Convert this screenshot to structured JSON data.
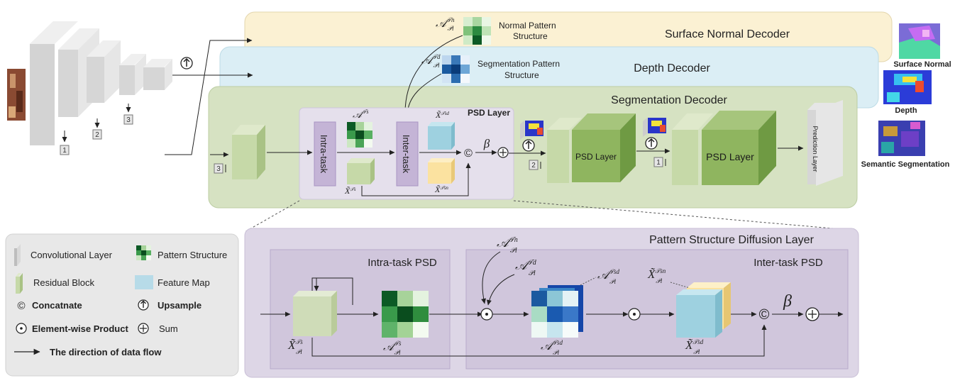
{
  "decoders": {
    "surface_normal": "Surface Normal Decoder",
    "depth": "Depth Decoder",
    "segmentation": "Segmentation Decoder"
  },
  "pattern_labels": {
    "normal_line1": "Normal  Pattern",
    "normal_line2": "Structure",
    "seg_line1": "Segmentation Pattern",
    "seg_line2": "Structure"
  },
  "psd_block": {
    "title": "PSD Layer",
    "intra": "Intra-task",
    "inter": "Inter-task",
    "concat": "©",
    "beta": "β"
  },
  "scale_labels": {
    "s1": "1",
    "s2": "2",
    "s3": "3"
  },
  "psd_layer_label": "PSD Layer",
  "prediction_layer": "Prediction Layer",
  "outputs": {
    "surface_normal": "Surface Normal",
    "depth": "Depth",
    "semantic": "Semantic Segmentation"
  },
  "legend": {
    "conv": "Convolutional Layer",
    "pattern": "Pattern Structure",
    "residual": "Residual Block",
    "feature": "Feature Map",
    "concat_symbol": "©",
    "concat": "Concatnate",
    "upsample": "Upsample",
    "eltwise": "Element-wise Product",
    "sum": "Sum",
    "flow": "The direction of data flow"
  },
  "detail": {
    "title": "Pattern Structure Diffusion Layer",
    "intra_title": "Intra-task PSD",
    "inter_title": "Inter-task PSD",
    "beta": "β",
    "concat": "©"
  },
  "colors": {
    "normal_band": "#fbf1d3",
    "depth_band": "#dbeef5",
    "seg_band": "#d6e2c2",
    "psd_panel": "#e5e0ec",
    "detail_panel": "#ddd6e6",
    "residual": "#c6d9a8",
    "blue_map": "#9ed1e0",
    "yellow_map": "#fbe2a0"
  }
}
